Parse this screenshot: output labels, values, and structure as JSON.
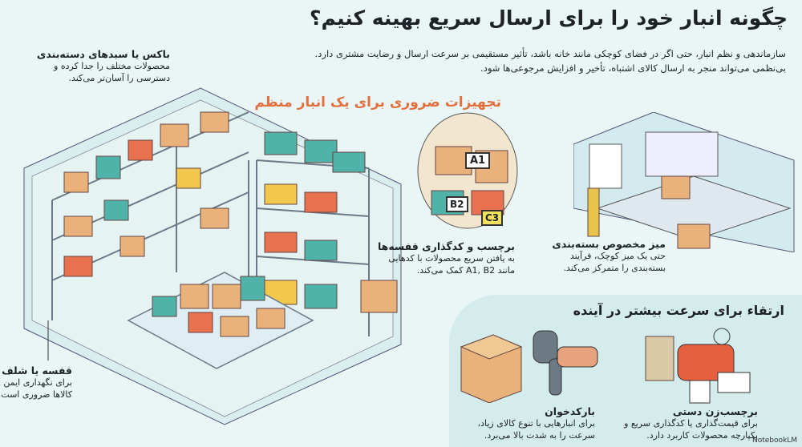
{
  "header": {
    "title": "چگونه انبار خود را برای ارسال سریع بهینه کنیم؟",
    "intro_lines": [
      "سازماندهی و نظم انبار، حتی اگر در فضای کوچکی مانند خانه باشد، تأثیر مستقیمی بر سرعت ارسال و رضایت مشتری دارد.",
      "بی‌نظمی می‌تواند منجر به ارسال کالای اشتباه، تأخیر و افزایش مرجوعی‌ها شود."
    ]
  },
  "section_title": "تجهیزات ضروری برای یک انبار منظم",
  "items": [
    {
      "title": "باکس یا سبدهای دسته‌بندی",
      "lines": [
        "محصولات مختلف را جدا کرده و",
        "دسترسی را آسان‌تر می‌کند."
      ]
    },
    {
      "title": "قفسه یا شلف محکم",
      "lines": [
        "برای نگهداری ایمن و منظم",
        "کالاها ضروری است."
      ]
    },
    {
      "title": "برچسب و کدگذاری قفسه‌ها",
      "lines": [
        "به یافتن سریع محصولات با کدهایی",
        "مانند A1, B2 کمک می‌کند."
      ]
    },
    {
      "title": "میز مخصوص بسته‌بندی",
      "lines": [
        "حتی یک میز کوچک، فرآیند",
        "بسته‌بندی را متمرکز می‌کند."
      ]
    }
  ],
  "shelf_codes": [
    "A1",
    "B2",
    "C3"
  ],
  "upgrade": {
    "title": "ارتقاء برای سرعت بیشتر در آینده",
    "items": [
      {
        "title": "بارکدخوان",
        "lines": [
          "برای انبارهایی با تنوع کالای زیاد،",
          "سرعت را به شدت بالا می‌برد."
        ]
      },
      {
        "title": "برچسب‌زن دستی",
        "lines": [
          "برای قیمت‌گذاری یا کدگذاری سریع و",
          "یکپارچه محصولات کاربرد دارد."
        ]
      }
    ]
  },
  "watermark": "NotebookLM",
  "colors": {
    "background": "#eaf5f5",
    "accent": "#e2703f",
    "panel": "#d4ecec",
    "box": "#e8b27a",
    "bin": "#4fb3aa"
  }
}
